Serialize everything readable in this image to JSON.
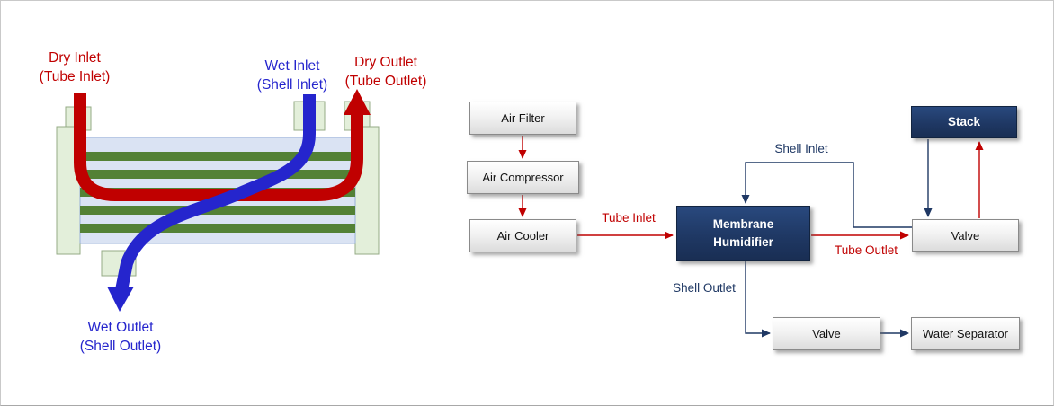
{
  "schematic": {
    "labels": {
      "dry_inlet": {
        "line1": "Dry Inlet",
        "line2": "(Tube Inlet)"
      },
      "wet_inlet": {
        "line1": "Wet Inlet",
        "line2": "(Shell Inlet)"
      },
      "dry_outlet": {
        "line1": "Dry Outlet",
        "line2": "(Tube Outlet)"
      },
      "wet_outlet": {
        "line1": "Wet Outlet",
        "line2": "(Shell Outlet)"
      }
    },
    "colors": {
      "dry_path": "#c00000",
      "wet_path": "#2525cd",
      "housing": "#e3efda",
      "chamber": "#dae3f3",
      "membrane": "#538135"
    }
  },
  "flow": {
    "nodes": {
      "air_filter": {
        "label": "Air Filter"
      },
      "air_compressor": {
        "label": "Air Compressor"
      },
      "air_cooler": {
        "label": "Air Cooler"
      },
      "membrane_humidifier": {
        "line1": "Membrane",
        "line2": "Humidifier"
      },
      "stack": {
        "label": "Stack"
      },
      "valve_right": {
        "label": "Valve"
      },
      "valve_bottom": {
        "label": "Valve"
      },
      "water_separator": {
        "label": "Water Separator"
      }
    },
    "edge_labels": {
      "tube_inlet": "Tube Inlet",
      "tube_outlet": "Tube Outlet",
      "shell_inlet": "Shell Inlet",
      "shell_outlet": "Shell Outlet"
    },
    "colors": {
      "air_line": "#c00000",
      "water_line": "#1f3864",
      "dark_node": "#1f3864"
    }
  }
}
